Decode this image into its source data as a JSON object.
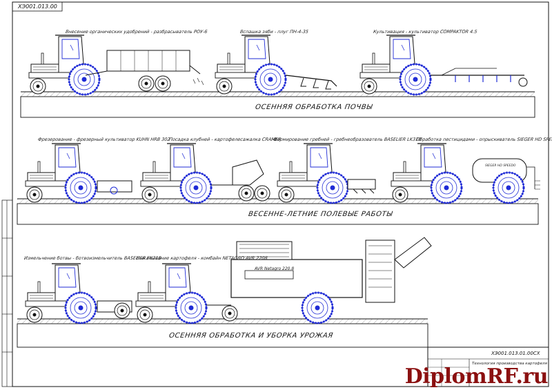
{
  "drawing_code_top": "ХЭ001.013.00",
  "drawing_code_bottom": "ХЭ001.013.01.00СХ",
  "title_block_text": "Технология производства картофеля",
  "watermark": "DiplomRF.ru",
  "sections": {
    "autumn_tillage": "ОСЕННЯЯ ОБРАБОТКА ПОЧВЫ",
    "spring_summer": "ВЕСЕННЕ-ЛЕТНИЕ ПОЛЕВЫЕ РАБОТЫ",
    "harvest": "ОСЕННЯЯ ОБРАБОТКА И УБОРКА УРОЖАЯ"
  },
  "operations": {
    "fertilizer": "Внесение органических удобрений - разбрасыватель РОУ-6",
    "plowing": "Вспашка зяби - плуг ПН-4-35",
    "cultivation": "Культивация - культиватор COMPAKTOR 4.5",
    "milling": "Фрезерование - фрезерный культиватор KUHN HRB 302",
    "planting": "Посадка клубней - картофелесажалка CRAMER",
    "ridging": "Формирование гребней - гребнеобразователь BASELIER LK310",
    "spraying": "Обработка пестицидами - опрыскиватель SIEGER HD SPEEDO",
    "haulm": "Измельчение ботвы - ботвоизмельчитель BASELIER FK310",
    "digging": "Выкапывание картофеля - комбайн NETAGRO AVR 2208"
  },
  "equipment_labels": {
    "combine_plate": "AVR Netagro 220.8",
    "sprayer_tank": "SIEGER HD SPEEDO"
  },
  "colors": {
    "line": "#111111",
    "accent": "#1f2bd6",
    "watermark": "#8b1010"
  }
}
